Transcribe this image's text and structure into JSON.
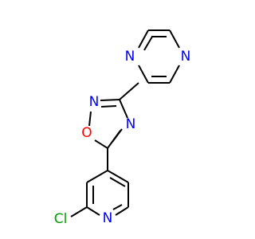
{
  "molecule": {
    "atoms": {
      "pyrazine_n1": {
        "label": "N",
        "color": "#0000ff"
      },
      "pyrazine_n2": {
        "label": "N",
        "color": "#0000ff"
      },
      "oxadiazole_n2": {
        "label": "N",
        "color": "#0000ff"
      },
      "oxadiazole_o": {
        "label": "O",
        "color": "#ff0000"
      },
      "oxadiazole_n4": {
        "label": "N",
        "color": "#0000ff"
      },
      "pyridine_n": {
        "label": "N",
        "color": "#0000ff"
      },
      "chlorine": {
        "label": "Cl",
        "color": "#00a000"
      }
    },
    "bond_color": "#000000"
  }
}
